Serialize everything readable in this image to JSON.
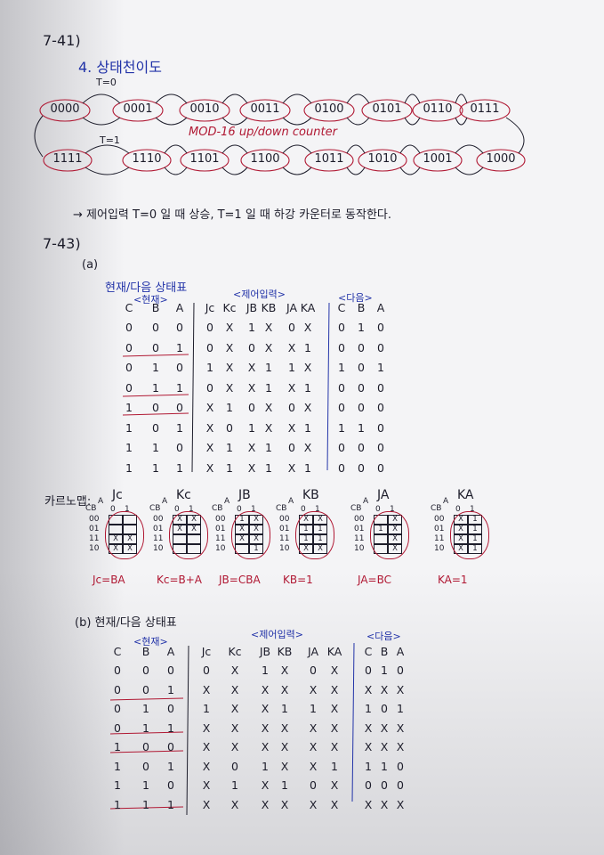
{
  "problem1": {
    "number": "7-41)",
    "section_title": "4. 상태천이도",
    "t0_label": "T=0",
    "t1_label": "T=1",
    "top_states": [
      "0000",
      "0001",
      "0010",
      "0011",
      "0100",
      "0101",
      "0110",
      "0111"
    ],
    "bottom_states": [
      "1111",
      "1110",
      "1101",
      "1100",
      "1011",
      "1010",
      "1001",
      "1000"
    ],
    "center_caption": "MOD-16 up/down counter",
    "conclusion": "→ 제어입력 T=0 일 때 상승, T=1 일 때 하강 카운터로 동작한다."
  },
  "problem2": {
    "number": "7-43)",
    "part_a_label": "(a)",
    "table_a": {
      "title": "현재/다음 상태표",
      "present_label": "<현재>",
      "control_label": "<제어입력>",
      "next_label": "<다음>",
      "present_headers": [
        "C",
        "B",
        "A"
      ],
      "control_headers": [
        "Jc",
        "Kc",
        "JB",
        "KB",
        "JA",
        "KA"
      ],
      "next_headers": [
        "C",
        "B",
        "A"
      ],
      "rows": [
        {
          "present": [
            "0",
            "0",
            "0"
          ],
          "control": [
            "0",
            "X",
            "1",
            "X",
            "0",
            "X"
          ],
          "next": [
            "0",
            "1",
            "0"
          ]
        },
        {
          "present": [
            "0",
            "0",
            "1"
          ],
          "control": [
            "0",
            "X",
            "0",
            "X",
            "X",
            "1"
          ],
          "next": [
            "0",
            "0",
            "0"
          ]
        },
        {
          "present": [
            "0",
            "1",
            "0"
          ],
          "control": [
            "1",
            "X",
            "X",
            "1",
            "1",
            "X"
          ],
          "next": [
            "1",
            "0",
            "1"
          ]
        },
        {
          "present": [
            "0",
            "1",
            "1"
          ],
          "control": [
            "0",
            "X",
            "X",
            "1",
            "X",
            "1"
          ],
          "next": [
            "0",
            "0",
            "0"
          ]
        },
        {
          "present": [
            "1",
            "0",
            "0"
          ],
          "control": [
            "X",
            "1",
            "0",
            "X",
            "0",
            "X"
          ],
          "next": [
            "0",
            "0",
            "0"
          ]
        },
        {
          "present": [
            "1",
            "0",
            "1"
          ],
          "control": [
            "X",
            "0",
            "1",
            "X",
            "X",
            "1"
          ],
          "next": [
            "1",
            "1",
            "0"
          ]
        },
        {
          "present": [
            "1",
            "1",
            "0"
          ],
          "control": [
            "X",
            "1",
            "X",
            "1",
            "0",
            "X"
          ],
          "next": [
            "0",
            "0",
            "0"
          ]
        },
        {
          "present": [
            "1",
            "1",
            "1"
          ],
          "control": [
            "X",
            "1",
            "X",
            "1",
            "X",
            "1"
          ],
          "next": [
            "0",
            "0",
            "0"
          ]
        }
      ]
    },
    "kmap_intro": "카르노맵:",
    "kmaps": [
      {
        "name": "Jc",
        "row_var": "CB",
        "col_var": "A",
        "cols": [
          "0",
          "1"
        ],
        "rows": [
          "00",
          "01",
          "11",
          "10"
        ],
        "cells": [
          [
            "",
            ""
          ],
          [
            "",
            ""
          ],
          [
            "X",
            "X"
          ],
          [
            "X",
            "X"
          ]
        ],
        "result": "Jc=BA"
      },
      {
        "name": "Kc",
        "row_var": "CB",
        "col_var": "A",
        "cols": [
          "0",
          "1"
        ],
        "rows": [
          "00",
          "01",
          "11",
          "10"
        ],
        "cells": [
          [
            "X",
            "X"
          ],
          [
            "X",
            "X"
          ],
          [
            "",
            ""
          ],
          [
            "",
            ""
          ]
        ],
        "result": "Kc=B+A"
      },
      {
        "name": "JB",
        "row_var": "CB",
        "col_var": "A",
        "cols": [
          "0",
          "1"
        ],
        "rows": [
          "00",
          "01",
          "11",
          "10"
        ],
        "cells": [
          [
            "1",
            "X"
          ],
          [
            "X",
            "X"
          ],
          [
            "X",
            "X"
          ],
          [
            "",
            "1"
          ]
        ],
        "result": "JB=CBA"
      },
      {
        "name": "KB",
        "row_var": "CB",
        "col_var": "A",
        "cols": [
          "0",
          "1"
        ],
        "rows": [
          "00",
          "01",
          "11",
          "10"
        ],
        "cells": [
          [
            "X",
            "X"
          ],
          [
            "1",
            "1"
          ],
          [
            "1",
            "1"
          ],
          [
            "X",
            "X"
          ]
        ],
        "result": "KB=1"
      },
      {
        "name": "JA",
        "row_var": "CB",
        "col_var": "A",
        "cols": [
          "0",
          "1"
        ],
        "rows": [
          "00",
          "01",
          "11",
          "10"
        ],
        "cells": [
          [
            "",
            "X"
          ],
          [
            "1",
            "X"
          ],
          [
            "",
            "X"
          ],
          [
            "",
            "X"
          ]
        ],
        "result": "JA=BC"
      },
      {
        "name": "KA",
        "row_var": "CB",
        "col_var": "A",
        "cols": [
          "0",
          "1"
        ],
        "rows": [
          "00",
          "01",
          "11",
          "10"
        ],
        "cells": [
          [
            "X",
            "1"
          ],
          [
            "X",
            "1"
          ],
          [
            "X",
            "1"
          ],
          [
            "X",
            "1"
          ]
        ],
        "result": "KA=1"
      }
    ],
    "part_b_label": "(b) 현재/다음 상태표",
    "table_b": {
      "present_label": "<현재>",
      "control_label": "<제어입력>",
      "next_label": "<다음>",
      "present_headers": [
        "C",
        "B",
        "A"
      ],
      "control_headers": [
        "Jc",
        "Kc",
        "JB",
        "KB",
        "JA",
        "KA"
      ],
      "next_headers": [
        "C",
        "B",
        "A"
      ],
      "rows": [
        {
          "present": [
            "0",
            "0",
            "0"
          ],
          "control": [
            "0",
            "X",
            "1",
            "X",
            "0",
            "X"
          ],
          "next": [
            "0",
            "1",
            "0"
          ]
        },
        {
          "present": [
            "0",
            "0",
            "1"
          ],
          "control": [
            "X",
            "X",
            "X",
            "X",
            "X",
            "X"
          ],
          "next": [
            "X",
            "X",
            "X"
          ]
        },
        {
          "present": [
            "0",
            "1",
            "0"
          ],
          "control": [
            "1",
            "X",
            "X",
            "1",
            "1",
            "X"
          ],
          "next": [
            "1",
            "0",
            "1"
          ]
        },
        {
          "present": [
            "0",
            "1",
            "1"
          ],
          "control": [
            "X",
            "X",
            "X",
            "X",
            "X",
            "X"
          ],
          "next": [
            "X",
            "X",
            "X"
          ]
        },
        {
          "present": [
            "1",
            "0",
            "0"
          ],
          "control": [
            "X",
            "X",
            "X",
            "X",
            "X",
            "X"
          ],
          "next": [
            "X",
            "X",
            "X"
          ]
        },
        {
          "present": [
            "1",
            "0",
            "1"
          ],
          "control": [
            "X",
            "0",
            "1",
            "X",
            "X",
            "1"
          ],
          "next": [
            "1",
            "1",
            "0"
          ]
        },
        {
          "present": [
            "1",
            "1",
            "0"
          ],
          "control": [
            "X",
            "1",
            "X",
            "1",
            "0",
            "X"
          ],
          "next": [
            "0",
            "0",
            "0"
          ]
        },
        {
          "present": [
            "1",
            "1",
            "1"
          ],
          "control": [
            "X",
            "X",
            "X",
            "X",
            "X",
            "X"
          ],
          "next": [
            "X",
            "X",
            "X"
          ]
        }
      ]
    }
  },
  "colors": {
    "ink": "#1c1c2a",
    "blue_ink": "#2233a8",
    "red_ink": "#b01833",
    "paper": "#f4f4f6"
  }
}
